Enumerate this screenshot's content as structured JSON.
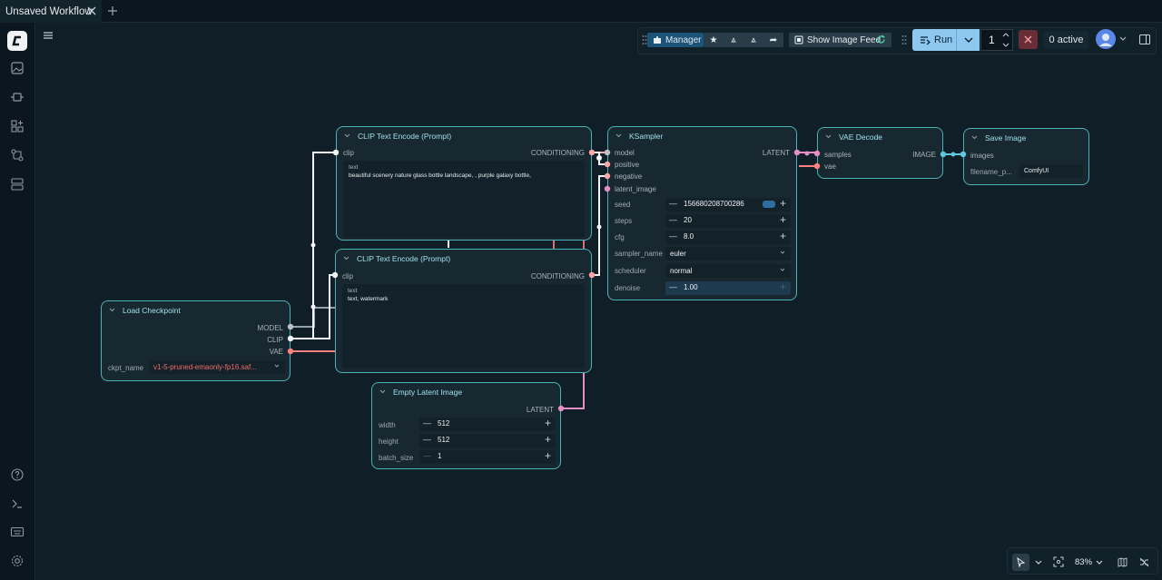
{
  "tab": {
    "title": "Unsaved Workflow"
  },
  "toolbar": {
    "manager_label": "Manager",
    "show_image_feed_label": "Show Image Feed",
    "run_label": "Run",
    "queue_count": "1",
    "active_label": "0 active",
    "zoom": "83%"
  },
  "nodes": {
    "clip_pos": {
      "title": "CLIP Text Encode (Prompt)",
      "input": "clip",
      "output": "CONDITIONING",
      "text_label": "text",
      "text_value": "beautiful scenery nature glass bottle landscape, , purple galaxy bottle,"
    },
    "clip_neg": {
      "title": "CLIP Text Encode (Prompt)",
      "input": "clip",
      "output": "CONDITIONING",
      "text_label": "text",
      "text_value": "text, watermark"
    },
    "load_ckpt": {
      "title": "Load Checkpoint",
      "out_model": "MODEL",
      "out_clip": "CLIP",
      "out_vae": "VAE",
      "ckpt_label": "ckpt_name",
      "ckpt_value": "v1-5-pruned-emaonly-fp16.saf..."
    },
    "ksampler": {
      "title": "KSampler",
      "in_model": "model",
      "in_positive": "positive",
      "in_negative": "negative",
      "in_latent": "latent_image",
      "output": "LATENT",
      "seed_label": "seed",
      "seed_value": "156680208700286",
      "steps_label": "steps",
      "steps_value": "20",
      "cfg_label": "cfg",
      "cfg_value": "8.0",
      "sampler_label": "sampler_name",
      "sampler_value": "euler",
      "scheduler_label": "scheduler",
      "scheduler_value": "normal",
      "denoise_label": "denoise",
      "denoise_value": "1.00"
    },
    "vae_decode": {
      "title": "VAE Decode",
      "in_samples": "samples",
      "in_vae": "vae",
      "output": "IMAGE"
    },
    "save_image": {
      "title": "Save Image",
      "in_images": "images",
      "filename_label": "filename_p...",
      "filename_value": "ComfyUI"
    },
    "empty_latent": {
      "title": "Empty Latent Image",
      "output": "LATENT",
      "width_label": "width",
      "width_value": "512",
      "height_label": "height",
      "height_value": "512",
      "batch_label": "batch_size",
      "batch_value": "1"
    }
  },
  "colors": {
    "clip": "#f2f6f8",
    "conditioning": "#ffa7a7",
    "latent": "#e58fc4",
    "vae": "#ff8080",
    "image": "#5ec8e0",
    "model": "#b9c2c7",
    "node_border": "#4bb3b8"
  }
}
